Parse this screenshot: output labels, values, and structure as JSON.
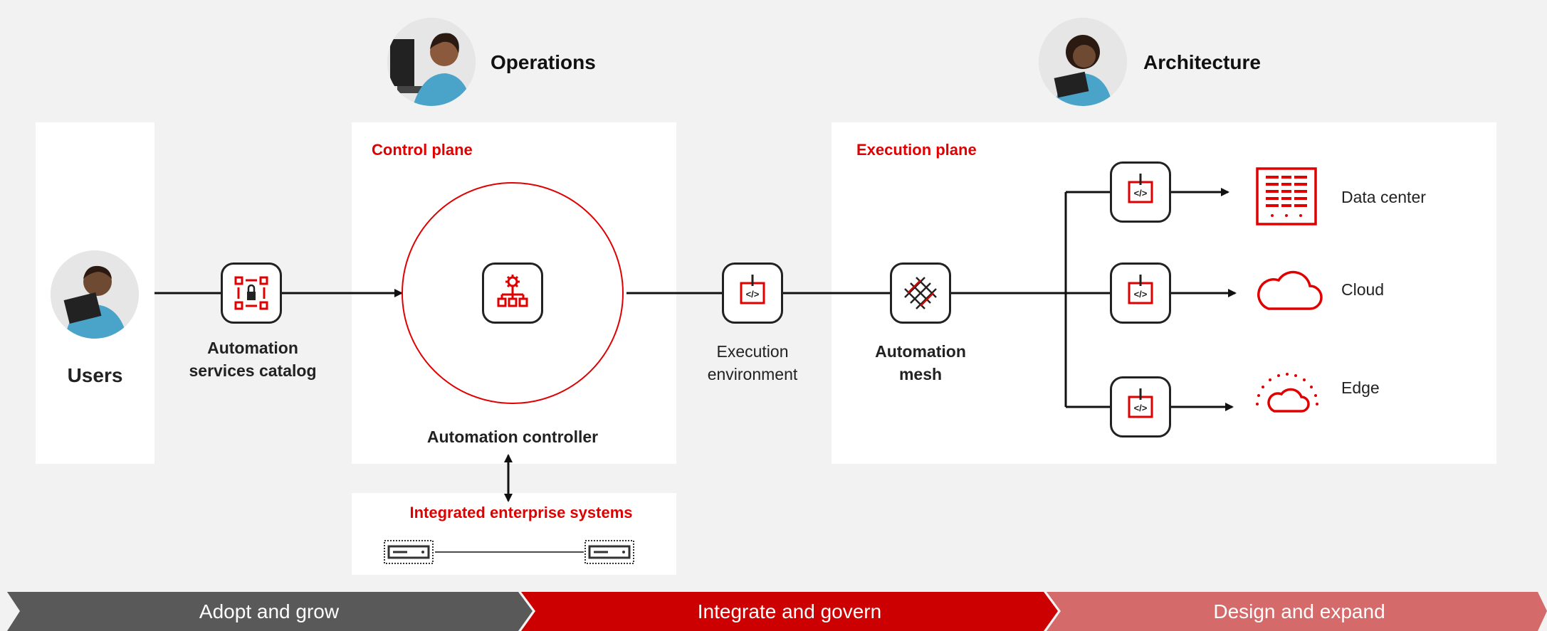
{
  "personas": {
    "operations": "Operations",
    "architecture": "Architecture"
  },
  "users": {
    "label": "Users"
  },
  "catalog": {
    "label_line1": "Automation",
    "label_line2": "services catalog"
  },
  "control_plane": {
    "title": "Control plane",
    "controller_label": "Automation controller"
  },
  "integrated": {
    "title": "Integrated enterprise systems"
  },
  "execution_environment": {
    "label_line1": "Execution",
    "label_line2": "environment"
  },
  "execution_plane": {
    "title": "Execution plane",
    "mesh_line1": "Automation",
    "mesh_line2": "mesh"
  },
  "destinations": [
    {
      "label": "Data center",
      "icon": "data-center-icon"
    },
    {
      "label": "Cloud",
      "icon": "cloud-icon"
    },
    {
      "label": "Edge",
      "icon": "edge-icon"
    }
  ],
  "footer": {
    "stages": [
      {
        "label": "Adopt and grow",
        "color": "#595959"
      },
      {
        "label": "Integrate and govern",
        "color": "#cc0000"
      },
      {
        "label": "Design and expand",
        "color": "#d46a6a"
      }
    ]
  },
  "colors": {
    "accent": "#e00000",
    "background": "#f2f2f2",
    "panel": "#ffffff"
  }
}
